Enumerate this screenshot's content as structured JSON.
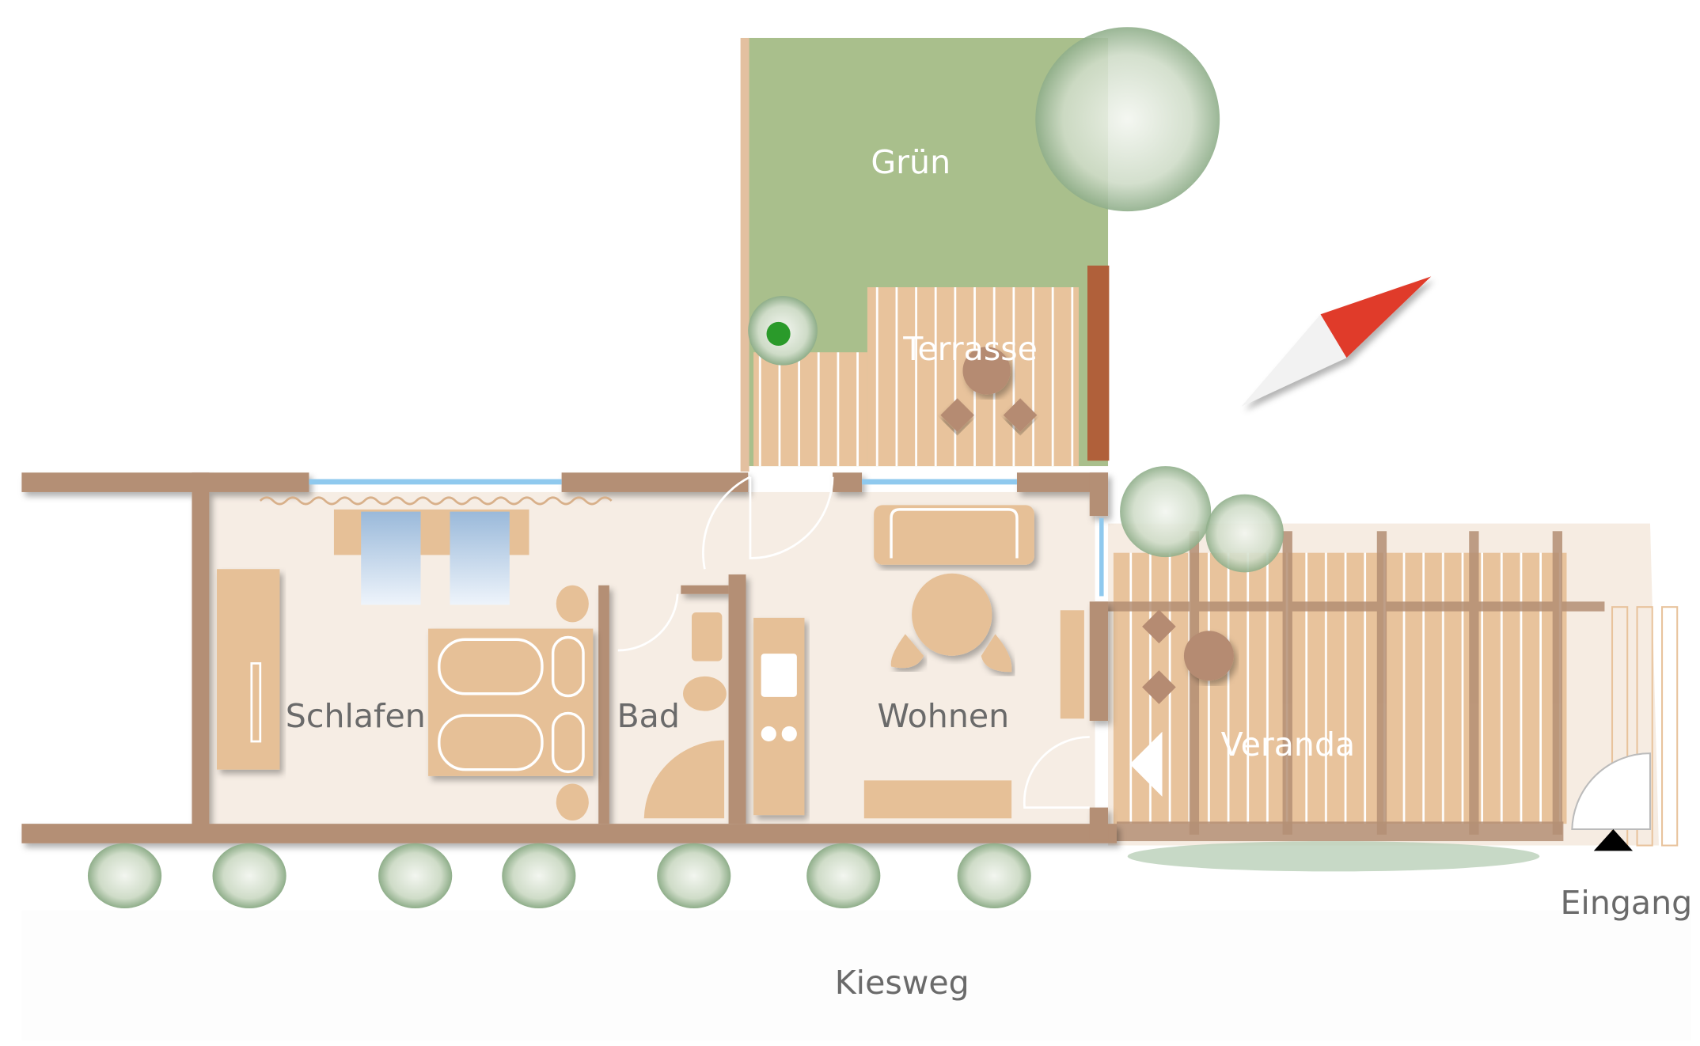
{
  "plan": {
    "rooms": {
      "gruen": "Grün",
      "terrasse": "Terrasse",
      "schlafen": "Schlafen",
      "bad": "Bad",
      "wohnen": "Wohnen",
      "veranda": "Veranda"
    },
    "eingang": "Eingang",
    "kiesweg": "Kiesweg"
  },
  "colors": {
    "wall": "#b48f74",
    "interior": "#f6ede4",
    "furniture": "#e6c097",
    "lawn": "#a9bf8c",
    "compass_red": "#e03a2a",
    "window": "#8fc9ee"
  }
}
